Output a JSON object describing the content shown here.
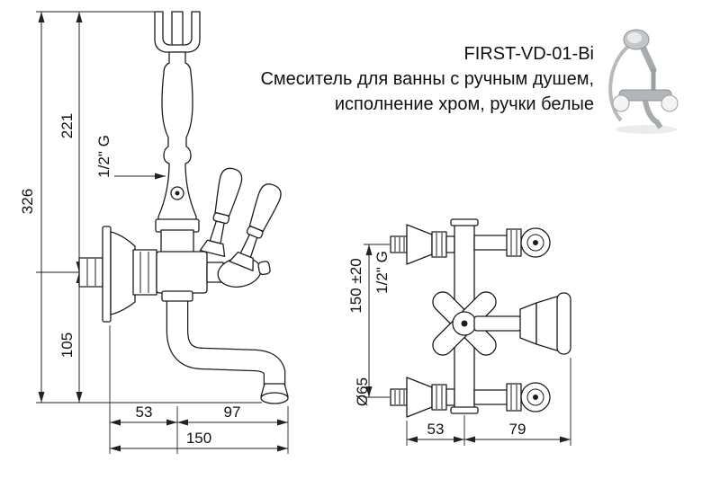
{
  "header": {
    "code": "FIRST-VD-01-Bi",
    "description_line1": "Смеситель для ванны с ручным душем,",
    "description_line2": "исполнение хром, ручки белые"
  },
  "front_view": {
    "total_height": "326",
    "upper_height": "221",
    "lower_height": "105",
    "thread": "1/2\" G",
    "wall_to_spout": "53",
    "spout_to_tip": "97",
    "total_width": "150"
  },
  "side_view": {
    "inlet_spacing": "150 ±20",
    "thread": "1/2\" G",
    "flange_diameter": "Ø65",
    "wall_to_axis": "53",
    "axis_to_handle": "79"
  },
  "colors": {
    "ink": "#1c1c1c",
    "background": "#ffffff"
  }
}
